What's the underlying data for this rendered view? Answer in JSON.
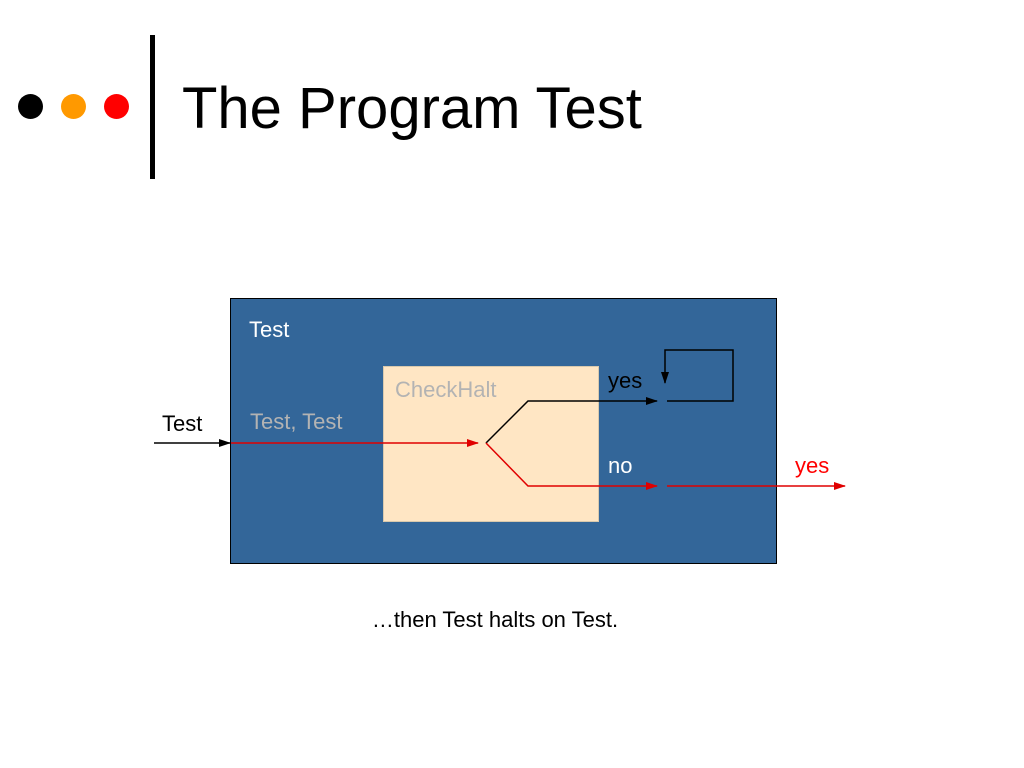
{
  "title": "The Program Test",
  "colors": {
    "dot_black": "#000000",
    "dot_orange": "#ff9900",
    "dot_red": "#ff0000",
    "outer_box": "#336699",
    "inner_box": "#ffe6c4",
    "outer_label": "#ffffff",
    "inner_label": "#b3b3b3",
    "arrow_black": "#000000",
    "arrow_red": "#e00000",
    "white_text": "#ffffff",
    "black_text": "#000000",
    "red_text": "#ff0000"
  },
  "diagram": {
    "outer_box_label": "Test",
    "inner_box_label": "CheckHalt",
    "input_label": "Test",
    "inner_input_label": "Test, Test",
    "yes_branch_label": "yes",
    "no_branch_label": "no",
    "output_label": "yes"
  },
  "caption": "…then Test halts on Test."
}
